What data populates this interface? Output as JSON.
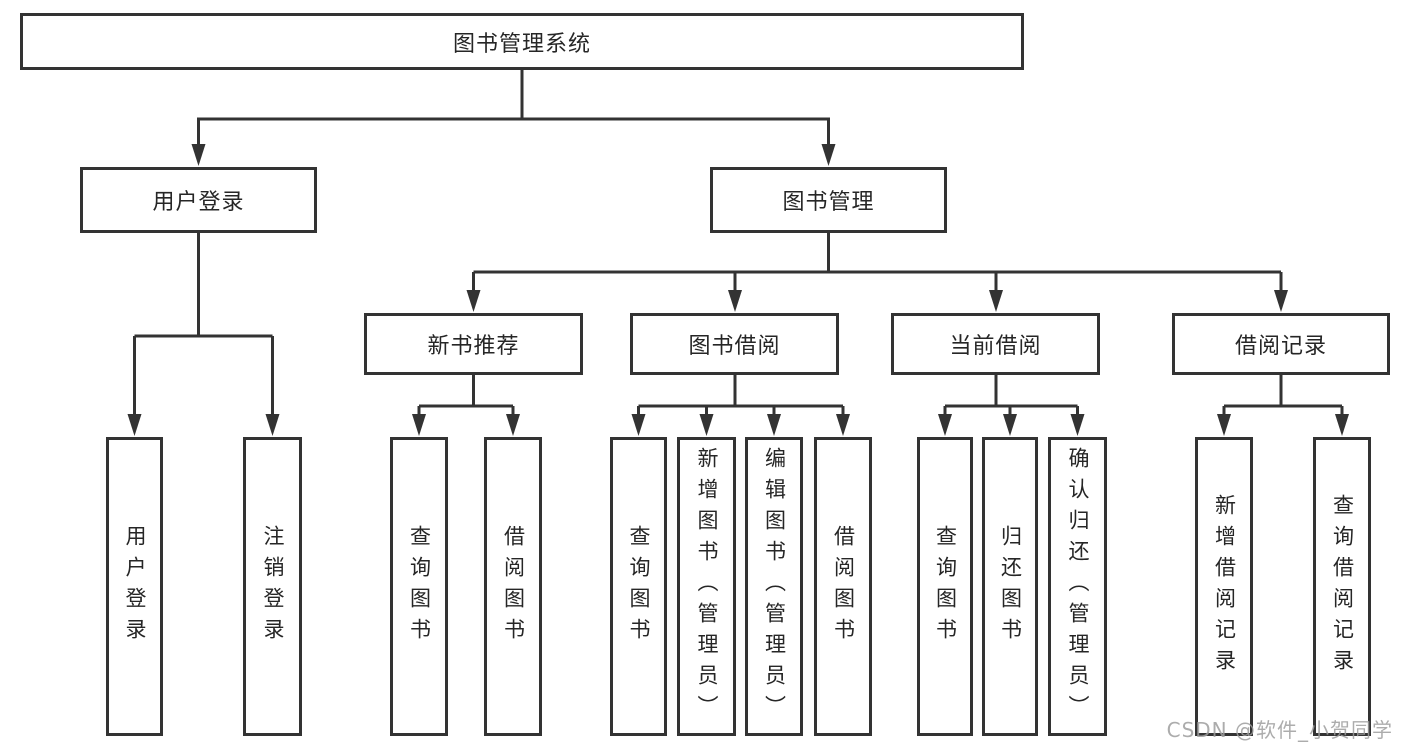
{
  "diagram": {
    "root": "图书管理系统",
    "level2": [
      {
        "id": "user-login",
        "label": "用户登录",
        "children": [
          "用户登录",
          "注销登录"
        ]
      },
      {
        "id": "book-management",
        "label": "图书管理"
      }
    ],
    "level3": [
      {
        "id": "new-book-recommend",
        "label": "新书推荐",
        "children": [
          "查询图书",
          "借阅图书"
        ]
      },
      {
        "id": "book-borrow",
        "label": "图书借阅",
        "children": [
          "查询图书",
          "新增图书（管理员）",
          "编辑图书（管理员）",
          "借阅图书"
        ]
      },
      {
        "id": "current-borrow",
        "label": "当前借阅",
        "children": [
          "查询图书",
          "归还图书",
          "确认归还（管理员）"
        ]
      },
      {
        "id": "borrow-record",
        "label": "借阅记录",
        "children": [
          "新增借阅记录",
          "查询借阅记录"
        ]
      }
    ]
  },
  "watermark": {
    "text": "CSDN @软件_小贺同学"
  },
  "colors": {
    "line": "#333333",
    "box_border": "#333333",
    "box_background": "#ffffff",
    "text": "#262626",
    "watermark": "#9e9e9e"
  }
}
